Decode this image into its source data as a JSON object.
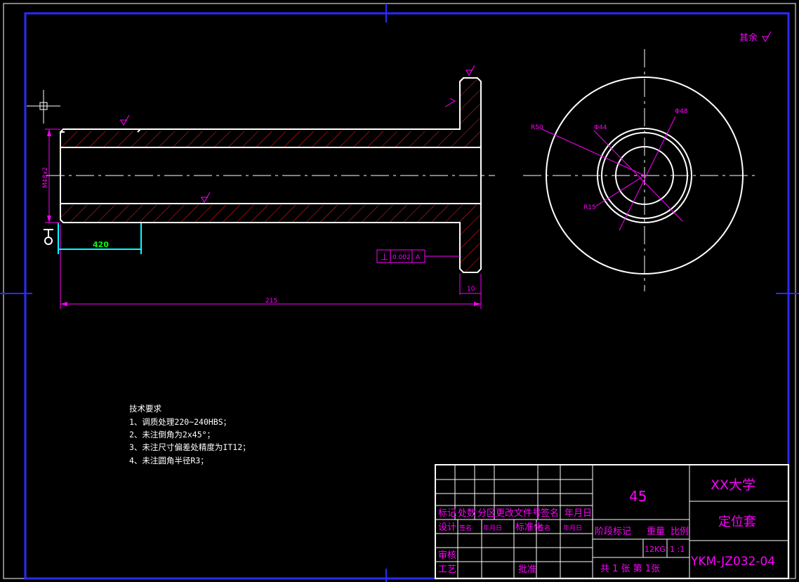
{
  "drawing": {
    "roughness_note": "其余",
    "dimensions": {
      "thread": "M48x2",
      "length_420": "420",
      "overall_length": "215",
      "flange_thickness": "10",
      "r50": "R50",
      "dia44": "Φ44",
      "dia48": "Φ48",
      "r15": "R15"
    },
    "tolerance_frame": {
      "symbol": "⊥",
      "value": "0.002",
      "datum": "A"
    }
  },
  "tech_requirements": {
    "title": "技术要求",
    "items": [
      "1、调质处理220~240HBS；",
      "2、未注倒角为2x45°；",
      "3、未注尺寸偏差处精度为IT12；",
      "4、未注圆角半径R3；"
    ]
  },
  "title_block": {
    "material": "45",
    "school": "XX大学",
    "part_name": "定位套",
    "drawing_number": "YKM-JZ032-04",
    "revision_header": [
      "标记",
      "处数",
      "分区",
      "更改文件号",
      "签名",
      "年月日"
    ],
    "row_design": [
      "设计",
      "签名",
      "年月日",
      "标准化",
      "签名",
      "年月日"
    ],
    "row_review": "审核",
    "row_process": "工艺",
    "approve": "批准",
    "stage_header": [
      "阶段标记",
      "重量",
      "比例"
    ],
    "weight": "12KG",
    "scale": "1 :1",
    "sheets": "共 1 张 第 1张"
  }
}
